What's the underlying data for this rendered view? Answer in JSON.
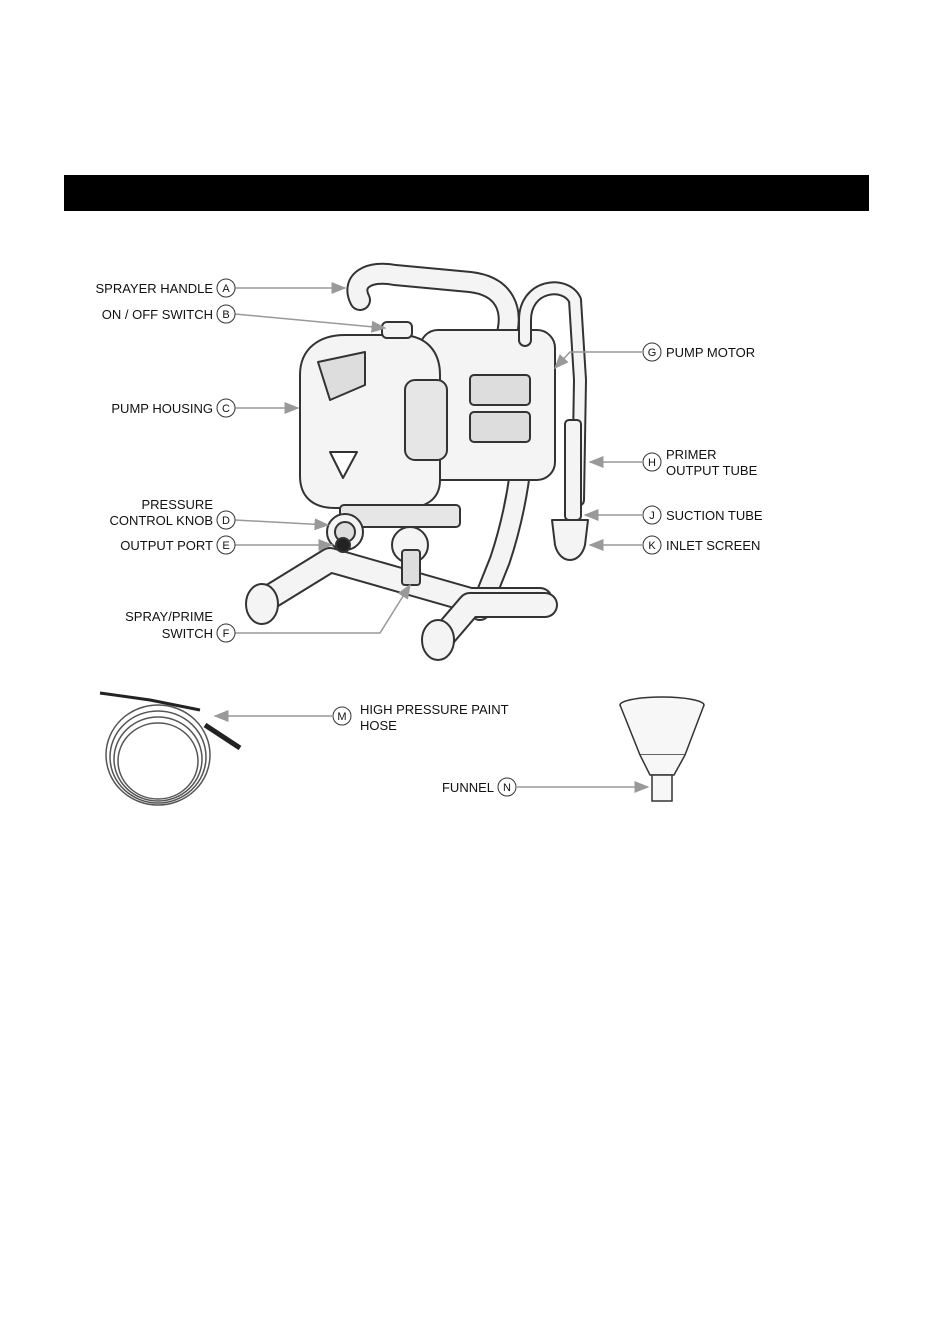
{
  "labels": {
    "A": {
      "letter": "A",
      "lines": [
        "SPRAYER HANDLE"
      ]
    },
    "B": {
      "letter": "B",
      "lines": [
        "ON / OFF SWITCH"
      ]
    },
    "C": {
      "letter": "C",
      "lines": [
        "PUMP HOUSING"
      ]
    },
    "D": {
      "letter": "D",
      "lines": [
        "PRESSURE",
        "CONTROL KNOB"
      ]
    },
    "E": {
      "letter": "E",
      "lines": [
        "OUTPUT PORT"
      ]
    },
    "F": {
      "letter": "F",
      "lines": [
        "SPRAY/PRIME",
        "SWITCH"
      ]
    },
    "G": {
      "letter": "G",
      "lines": [
        "PUMP MOTOR"
      ]
    },
    "H": {
      "letter": "H",
      "lines": [
        "PRIMER",
        "OUTPUT TUBE"
      ]
    },
    "J": {
      "letter": "J",
      "lines": [
        "SUCTION TUBE"
      ]
    },
    "K": {
      "letter": "K",
      "lines": [
        "INLET SCREEN"
      ]
    },
    "M": {
      "letter": "M",
      "lines": [
        "HIGH PRESSURE PAINT",
        "HOSE"
      ]
    },
    "N": {
      "letter": "N",
      "lines": [
        "FUNNEL"
      ]
    }
  },
  "colors": {
    "line": "#333333",
    "arrow": "#999999",
    "body": "#e8e8e8"
  }
}
